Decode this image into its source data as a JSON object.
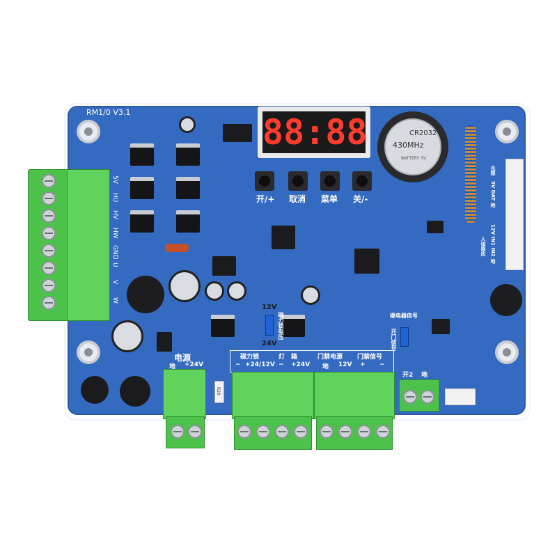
{
  "board": {
    "model": "RM1/0 V3.1",
    "display_text": "88:88",
    "crystal_label": "430MHz",
    "battery_label": "CR2032",
    "battery_sub": "BATTERY 3V",
    "buttons": [
      {
        "label": "开/+"
      },
      {
        "label": "取消"
      },
      {
        "label": "菜单"
      },
      {
        "label": "关/-"
      }
    ],
    "left_terminal_labels": [
      "5V",
      "HU",
      "HV",
      "HW",
      "GND",
      "U",
      "V",
      "W"
    ],
    "side_labels": {
      "right_top": "光感",
      "right_mid": "5V DAT 地",
      "right_low": "12V IN1 IN2 地",
      "right_bottom": "人体感应"
    },
    "voltage_select": {
      "top": "12V",
      "bottom": "24V",
      "label": "磁力锁电压"
    },
    "relay_label": "继电器信号",
    "open_signal": "开门信号",
    "sections": {
      "power": {
        "title": "电源",
        "pins": [
          "地",
          "+24V"
        ]
      },
      "maglock": {
        "title": "磁力锁",
        "pins": [
          "−",
          "+24/12V"
        ]
      },
      "lightbox": {
        "title": "灯　箱",
        "pins": [
          "−",
          "+24V"
        ]
      },
      "door_power": {
        "title": "门禁电源",
        "pins": [
          "地",
          "12V"
        ]
      },
      "door_signal": {
        "title": "门禁信号",
        "pins": [
          "+",
          "−"
        ]
      },
      "open2": {
        "pins": [
          "开2",
          "地"
        ]
      }
    },
    "resistor_label": "R20"
  }
}
